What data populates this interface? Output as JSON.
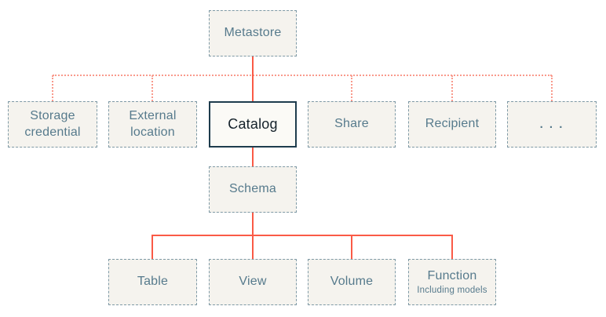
{
  "colors": {
    "page_bg": "#ffffff",
    "node_bg": "#f5f3ee",
    "node_border": "#7e99a5",
    "node_text": "#567a8c",
    "catalog_bg": "#fbfaf6",
    "catalog_border": "#1e3c4d",
    "catalog_text": "#14212a",
    "connector_solid": "#fa5a46",
    "connector_dotted": "#f99a8c"
  },
  "nodes": {
    "metastore": {
      "label": "Metastore"
    },
    "storage_credential": {
      "label": "Storage credential"
    },
    "external_location": {
      "label": "External location"
    },
    "catalog": {
      "label": "Catalog"
    },
    "share": {
      "label": "Share"
    },
    "recipient": {
      "label": "Recipient"
    },
    "more": {
      "label": ". . ."
    },
    "schema": {
      "label": "Schema"
    },
    "table": {
      "label": "Table"
    },
    "view": {
      "label": "View"
    },
    "volume": {
      "label": "Volume"
    },
    "function": {
      "label": "Function",
      "sublabel": "Including models"
    }
  }
}
